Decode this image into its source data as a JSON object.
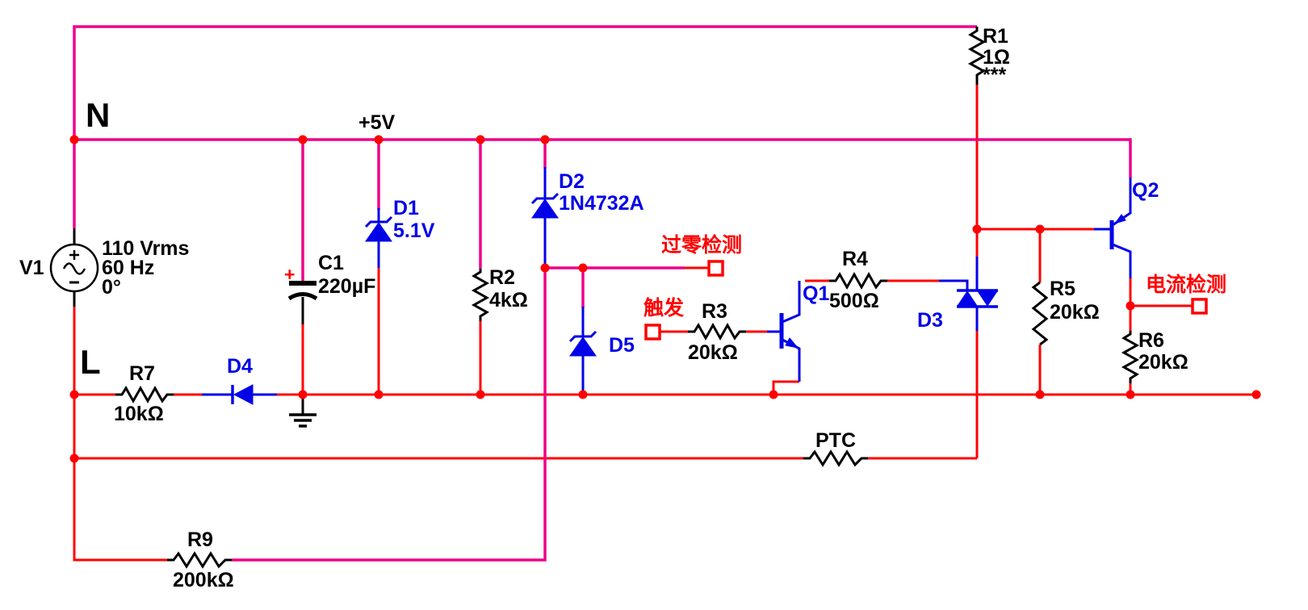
{
  "colors": {
    "wire_red": "#ff0000",
    "wire_pink": "#ee0088",
    "component_blue": "#0202e8",
    "text_black": "#000000",
    "annotation_red": "#ff0000"
  },
  "rails": {
    "neutral_label": "N",
    "live_label": "L",
    "supply_label": "+5V"
  },
  "source": {
    "designator": "V1",
    "voltage": "110 Vrms",
    "frequency": "60 Hz",
    "phase": "0°"
  },
  "components": {
    "r1": {
      "label": "R1",
      "value": "1Ω",
      "note": "***"
    },
    "r2": {
      "label": "R2",
      "value": "4kΩ"
    },
    "r3": {
      "label": "R3",
      "value": "20kΩ"
    },
    "r4": {
      "label": "R4",
      "value": "500Ω"
    },
    "r5": {
      "label": "R5",
      "value": "20kΩ"
    },
    "r6": {
      "label": "R6",
      "value": "20kΩ"
    },
    "r7": {
      "label": "R7",
      "value": "10kΩ"
    },
    "r9": {
      "label": "R9",
      "value": "200kΩ"
    },
    "ptc": {
      "label": "PTC"
    },
    "c1": {
      "label": "C1",
      "value": "220µF",
      "polarity_mark": "+"
    },
    "d1": {
      "label": "D1",
      "value": "5.1V"
    },
    "d2": {
      "label": "D2",
      "value": "1N4732A"
    },
    "d3": {
      "label": "D3"
    },
    "d4": {
      "label": "D4"
    },
    "d5": {
      "label": "D5"
    },
    "q1": {
      "label": "Q1"
    },
    "q2": {
      "label": "Q2"
    }
  },
  "ports": {
    "zero_cross": {
      "label": "过零检测"
    },
    "trigger": {
      "label": "触发"
    },
    "current_sense": {
      "label": "电流检测"
    }
  }
}
